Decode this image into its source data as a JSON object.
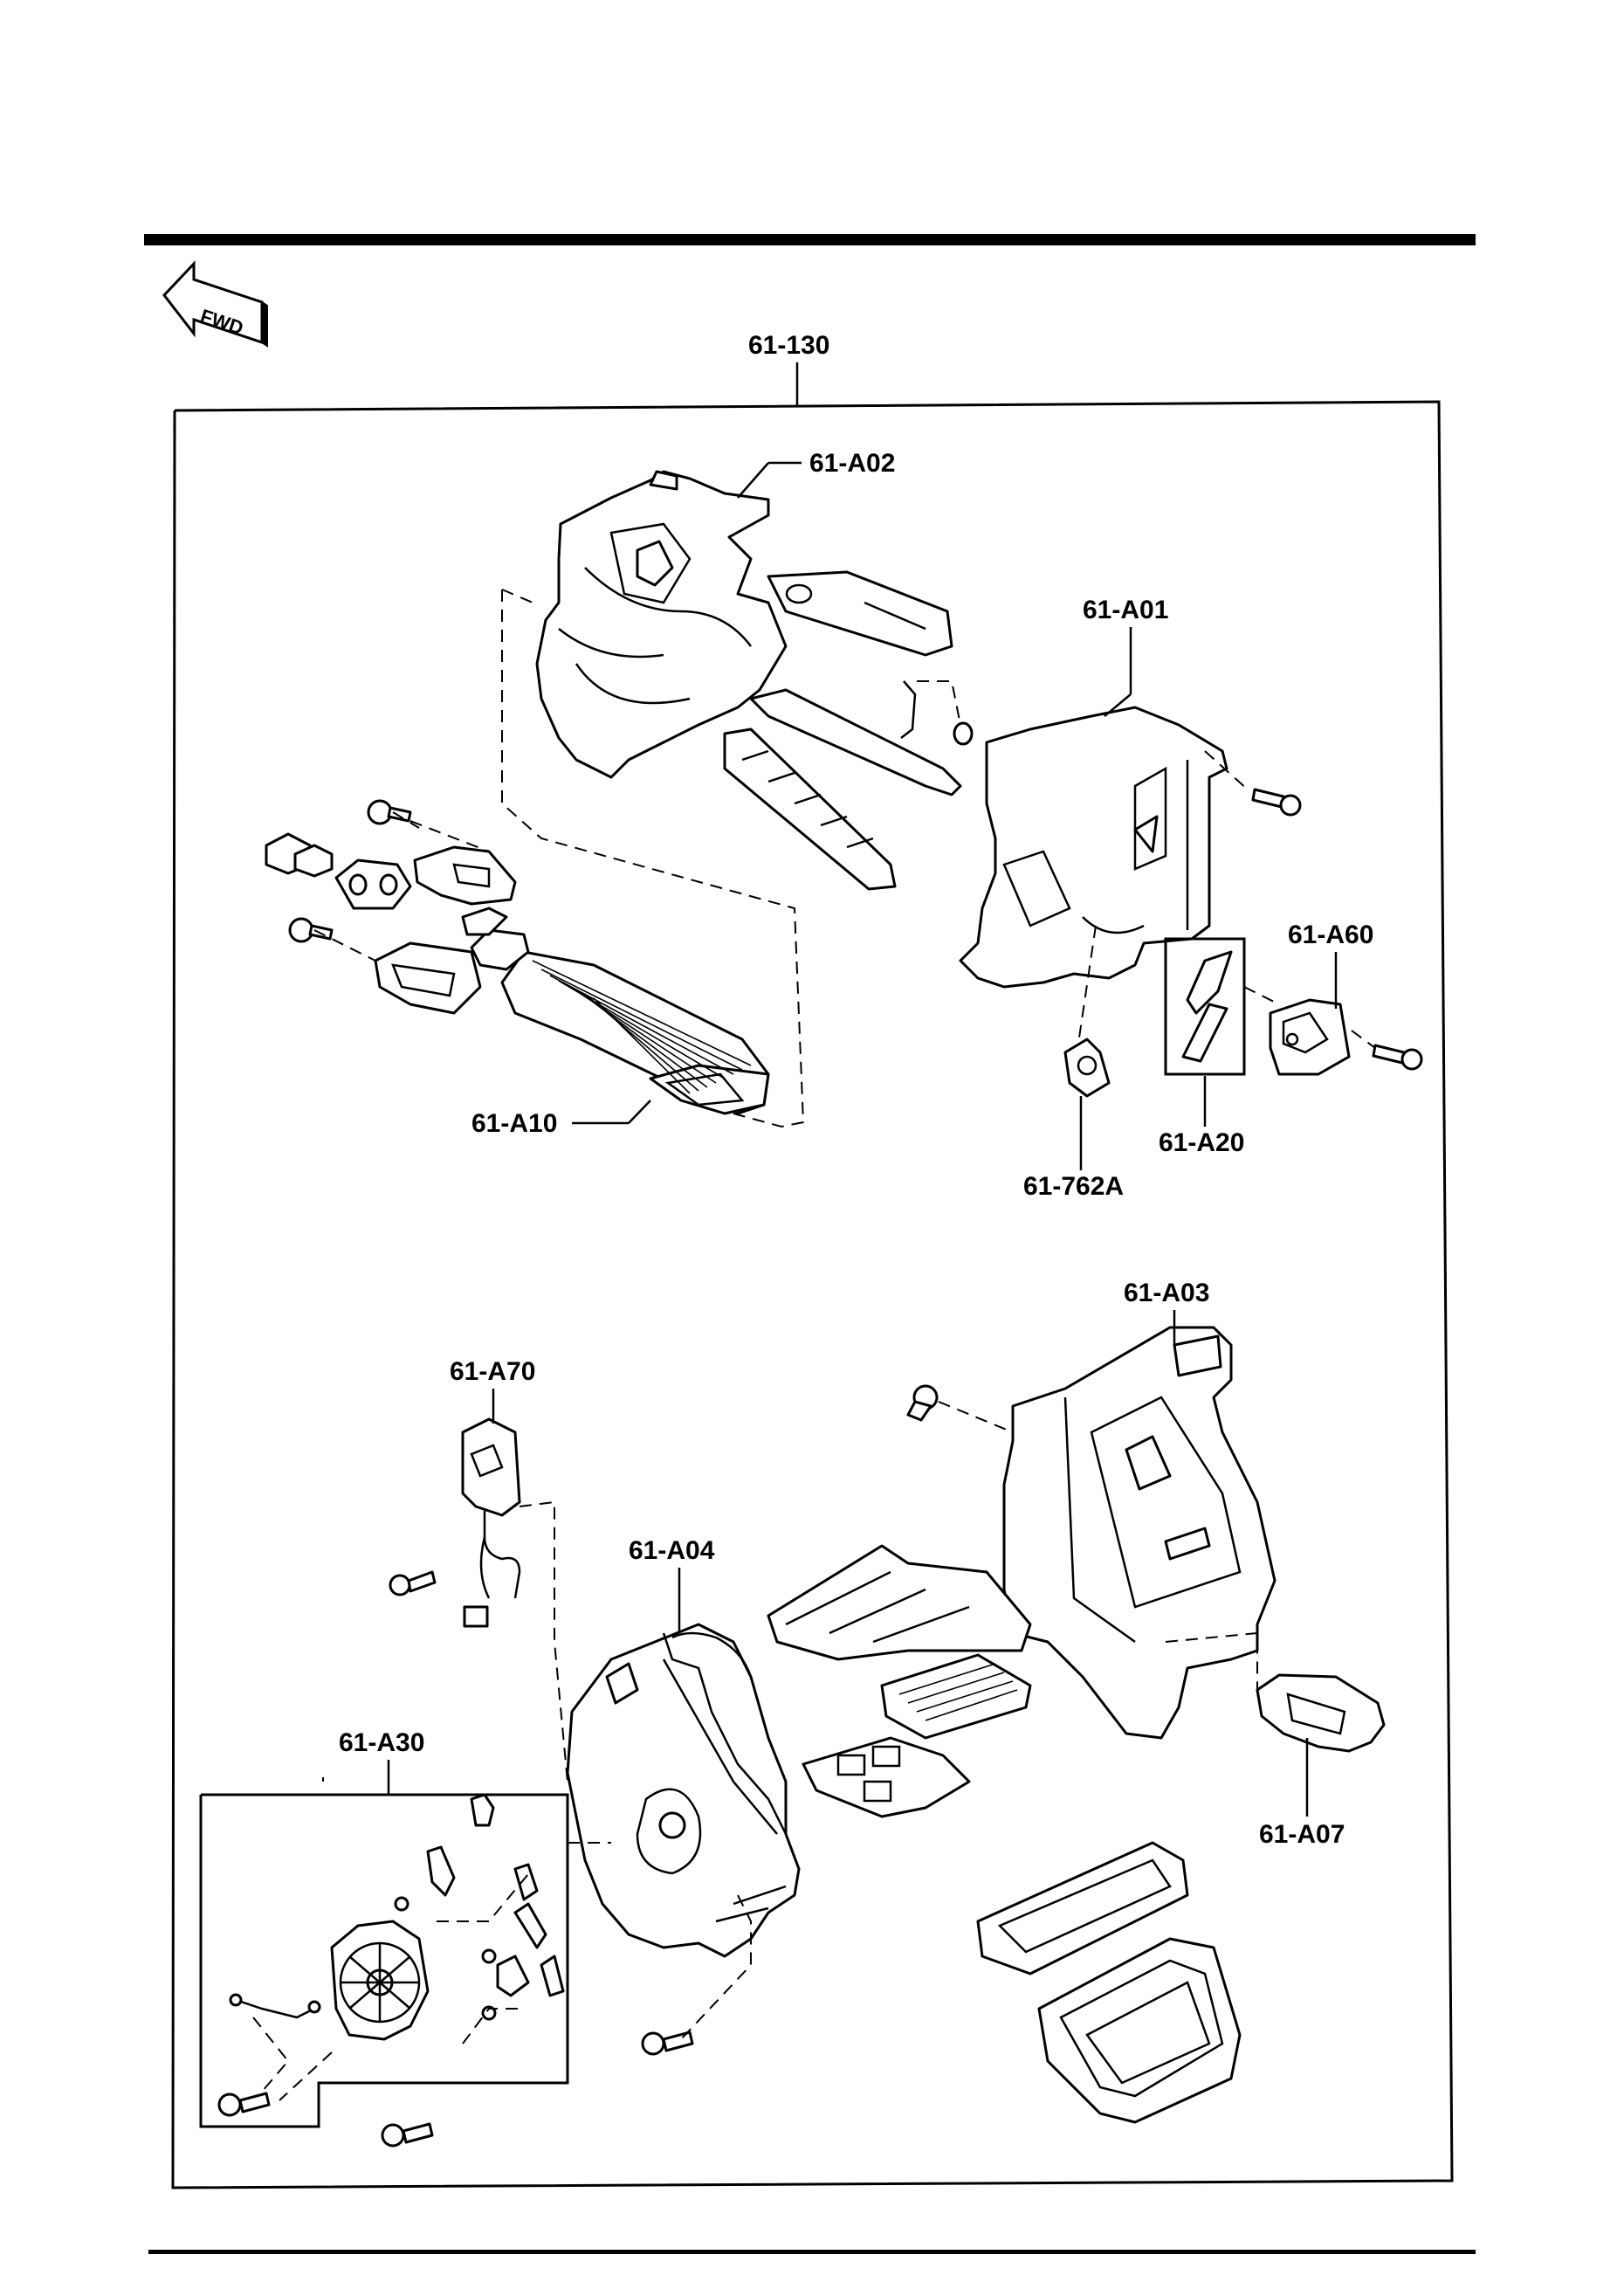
{
  "orientation": {
    "label": "FWD",
    "icon": "arrow-left-icon"
  },
  "labels": {
    "assembly": "61-130",
    "a02": "61-A02",
    "a01": "61-A01",
    "a60": "61-A60",
    "a10": "61-A10",
    "a20": "61-A20",
    "p762a": "61-762A",
    "a03": "61-A03",
    "a70": "61-A70",
    "a04": "61-A04",
    "a30": "61-A30",
    "a07": "61-A07"
  }
}
